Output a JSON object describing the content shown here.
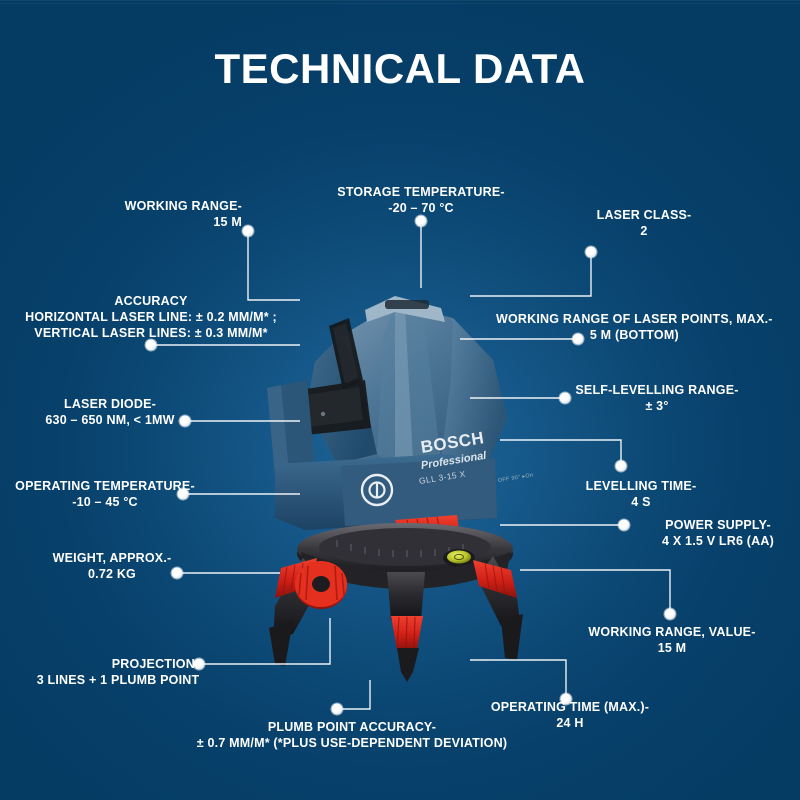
{
  "page": {
    "title": "TECHNICAL DATA",
    "background_color": "#043c64",
    "accent_color": "#ffffff"
  },
  "product": {
    "brand": "BOSCH",
    "line": "Professional",
    "model": "GLL 3-15 X",
    "fine_print": "OFF 90° ▸On",
    "body_color": "#2e5f85",
    "accent_color": "#e02020",
    "base_color": "#2b2b2e"
  },
  "callouts": [
    {
      "id": "working-range",
      "title": "WORKING RANGE-",
      "value": "15 M"
    },
    {
      "id": "storage-temperature",
      "title": "STORAGE TEMPERATURE-",
      "value": "-20 – 70 °C"
    },
    {
      "id": "laser-class",
      "title": "LASER CLASS-",
      "value": "2"
    },
    {
      "id": "accuracy",
      "title": "ACCURACY",
      "value": "HORIZONTAL LASER LINE: ± 0.2 MM/M* ;",
      "value2": "VERTICAL LASER LINES: ± 0.3 MM/M*"
    },
    {
      "id": "working-range-laser-points",
      "title": "WORKING RANGE OF LASER POINTS, MAX.-",
      "value": "5 M (BOTTOM)"
    },
    {
      "id": "self-levelling-range",
      "title": "SELF-LEVELLING RANGE-",
      "value": "± 3°"
    },
    {
      "id": "laser-diode",
      "title": "LASER DIODE-",
      "value": "630 – 650 NM, < 1MW"
    },
    {
      "id": "operating-temperature",
      "title": "OPERATING TEMPERATURE-",
      "value": "-10 – 45 °C"
    },
    {
      "id": "levelling-time",
      "title": "LEVELLING TIME-",
      "value": "4 S"
    },
    {
      "id": "power-supply",
      "title": "POWER SUPPLY-",
      "value": "4 X 1.5 V LR6 (AA)"
    },
    {
      "id": "weight",
      "title": "WEIGHT, APPROX.-",
      "value": "0.72 KG"
    },
    {
      "id": "working-range-value",
      "title": "WORKING RANGE, VALUE-",
      "value": "15 M"
    },
    {
      "id": "projection",
      "title": "PROJECTION-",
      "value": "3 LINES + 1 PLUMB POINT"
    },
    {
      "id": "operating-time",
      "title": "OPERATING TIME (MAX.)-",
      "value": "24 H"
    },
    {
      "id": "plumb-point-accuracy",
      "title": "PLUMB POINT ACCURACY-",
      "value": "± 0.7 MM/M* (*PLUS USE-DEPENDENT DEVIATION)"
    }
  ]
}
